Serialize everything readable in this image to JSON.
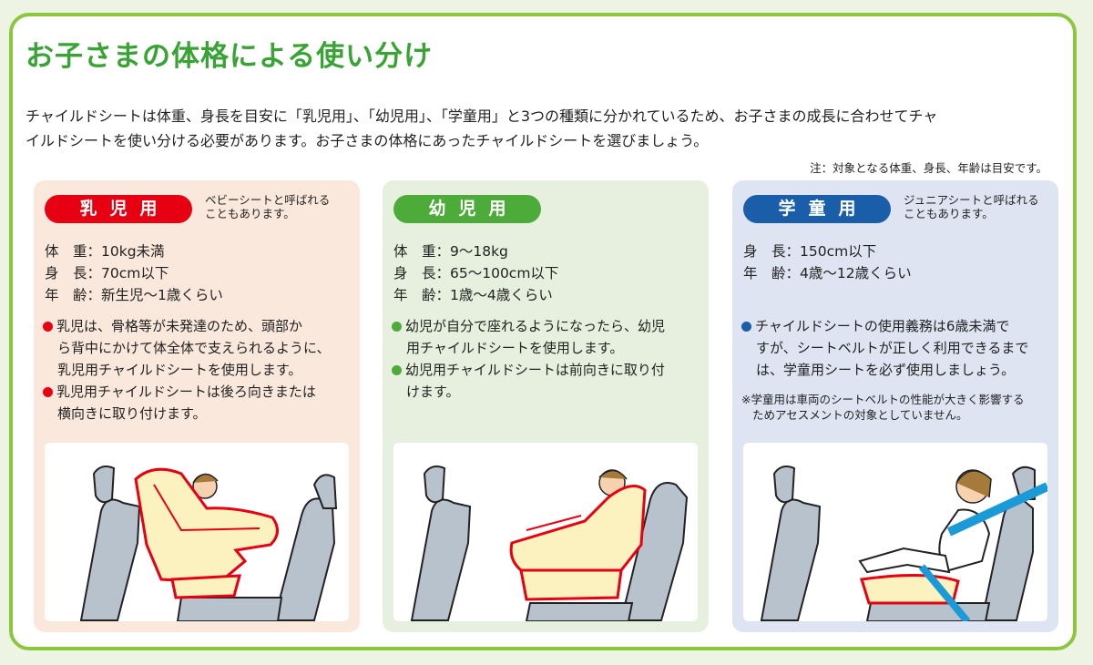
{
  "title": "お子さまの体格による使い分け",
  "intro": [
    "チャイルドシートは体重、身長を目安に「乳児用」、「幼児用」、「学童用」と3つの種類に分かれているため、お子さまの成長に合わせてチャ",
    "イルドシートを使い分ける必要があります。お子さまの体格にあったチャイルドシートを選びましょう。"
  ],
  "note": "注：対象となる体重、身長、年齢は目安です。",
  "colors": {
    "infant": "#e60012",
    "toddler": "#4dab3a",
    "school": "#1a5da8",
    "frame": "#8cc63f"
  },
  "cards": [
    {
      "label": "乳児用",
      "aside": [
        "ベビーシートと呼ばれる",
        "こともあります。"
      ],
      "specs": [
        "体　重：10kg未満",
        "身　長：70cm以下",
        "年　齢：新生児〜1歳くらい"
      ],
      "bullets": [
        [
          "乳児は、骨格等が未発達のため、頭部か",
          "ら背中にかけて体全体で支えられるように、",
          "乳児用チャイルドシートを使用します。"
        ],
        [
          "乳児用チャイルドシートは後ろ向きまたは",
          "横向きに取り付けます。"
        ]
      ],
      "illustration": "rear-facing-infant-seat"
    },
    {
      "label": "幼児用",
      "specs": [
        "体　重：9〜18kg",
        "身　長：65〜100cm以下",
        "年　齢：1歳〜4歳くらい"
      ],
      "bullets": [
        [
          "幼児が自分で座れるようになったら、幼児",
          "用チャイルドシートを使用します。"
        ],
        [
          "幼児用チャイルドシートは前向きに取り付",
          "けます。"
        ]
      ],
      "illustration": "forward-facing-toddler-seat"
    },
    {
      "label": "学童用",
      "aside": [
        "ジュニアシートと呼ばれる",
        "こともあります。"
      ],
      "specs": [
        "身　長：150cm以下",
        "年　齢：4歳〜12歳くらい"
      ],
      "bullets": [
        [
          "チャイルドシートの使用義務は6歳未満で",
          "すが、シートベルトが正しく利用できるまで",
          "は、学童用シートを必ず使用しましょう。"
        ]
      ],
      "small_note": [
        "※学童用は車両のシートベルトの性能が大きく影響する",
        "ためアセスメントの対象としていません。"
      ],
      "illustration": "booster-seat-with-belt"
    }
  ]
}
